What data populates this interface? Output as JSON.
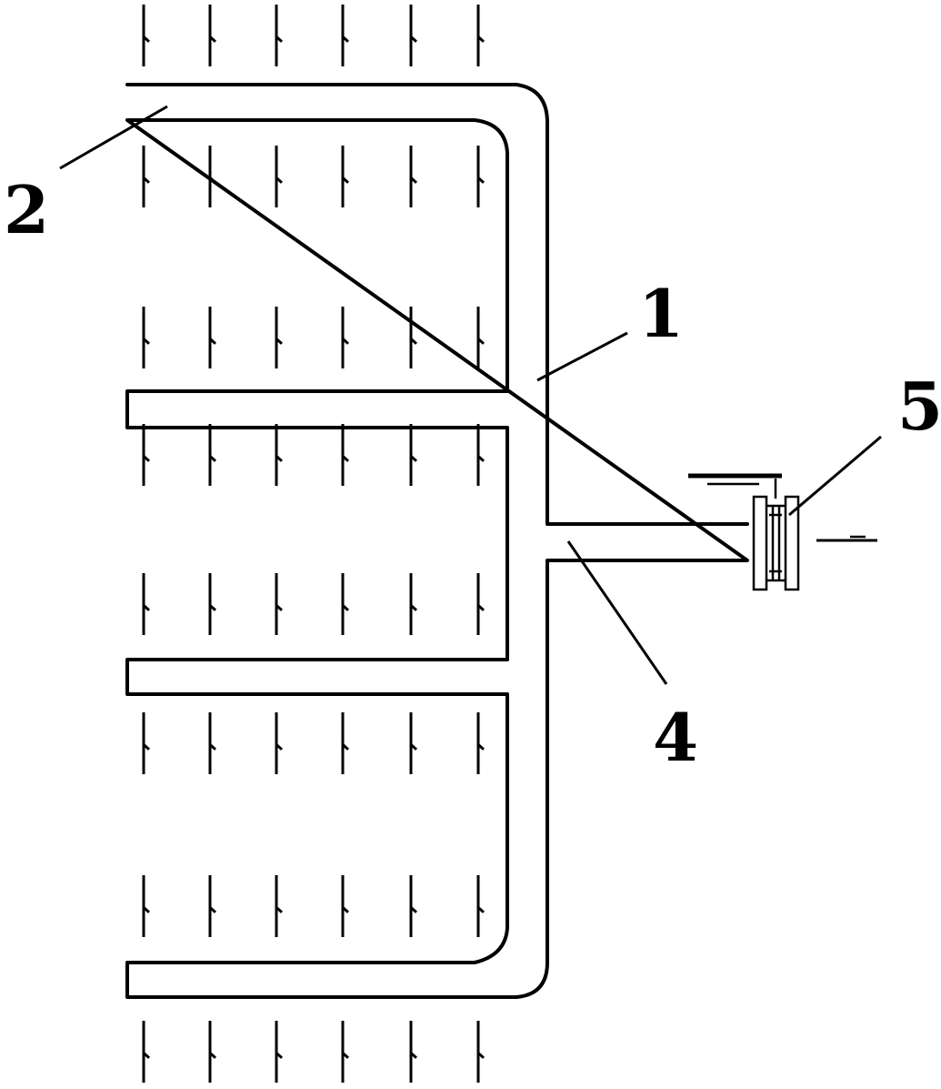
{
  "labels": {
    "pipe_main": "1",
    "pipe_branch": "2",
    "pipe_outlet": "4",
    "valve": "5"
  },
  "plant_grid": {
    "columns": 6,
    "rows": 8
  },
  "colors": {
    "line": "#000000",
    "background": "#ffffff"
  }
}
